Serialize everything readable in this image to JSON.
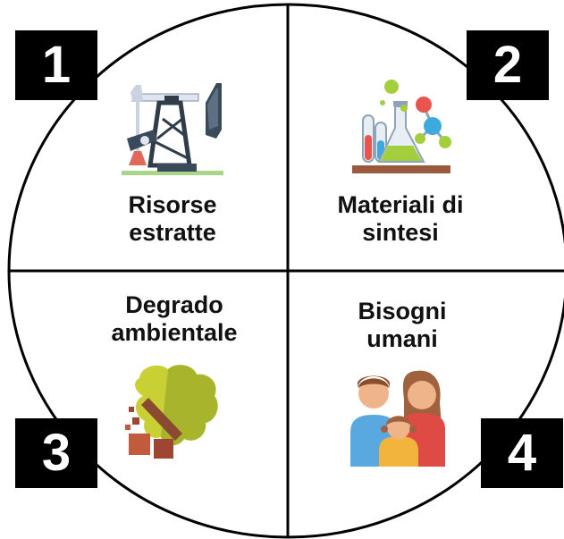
{
  "quadrants": [
    {
      "number": "1",
      "label_line1": "Risorse",
      "label_line2": "estratte",
      "icon": "oil-pump-icon"
    },
    {
      "number": "2",
      "label_line1": "Materiali di",
      "label_line2": "sintesi",
      "icon": "laboratory-flasks-icon"
    },
    {
      "number": "3",
      "label_line1": "Degrado",
      "label_line2": "ambientale",
      "icon": "fallen-tree-icon"
    },
    {
      "number": "4",
      "label_line1": "Bisogni",
      "label_line2": "umani",
      "icon": "family-icon"
    }
  ],
  "colors": {
    "outline": "#000000",
    "badge": "#000000",
    "badge_text": "#ffffff",
    "label_text": "#111111"
  }
}
